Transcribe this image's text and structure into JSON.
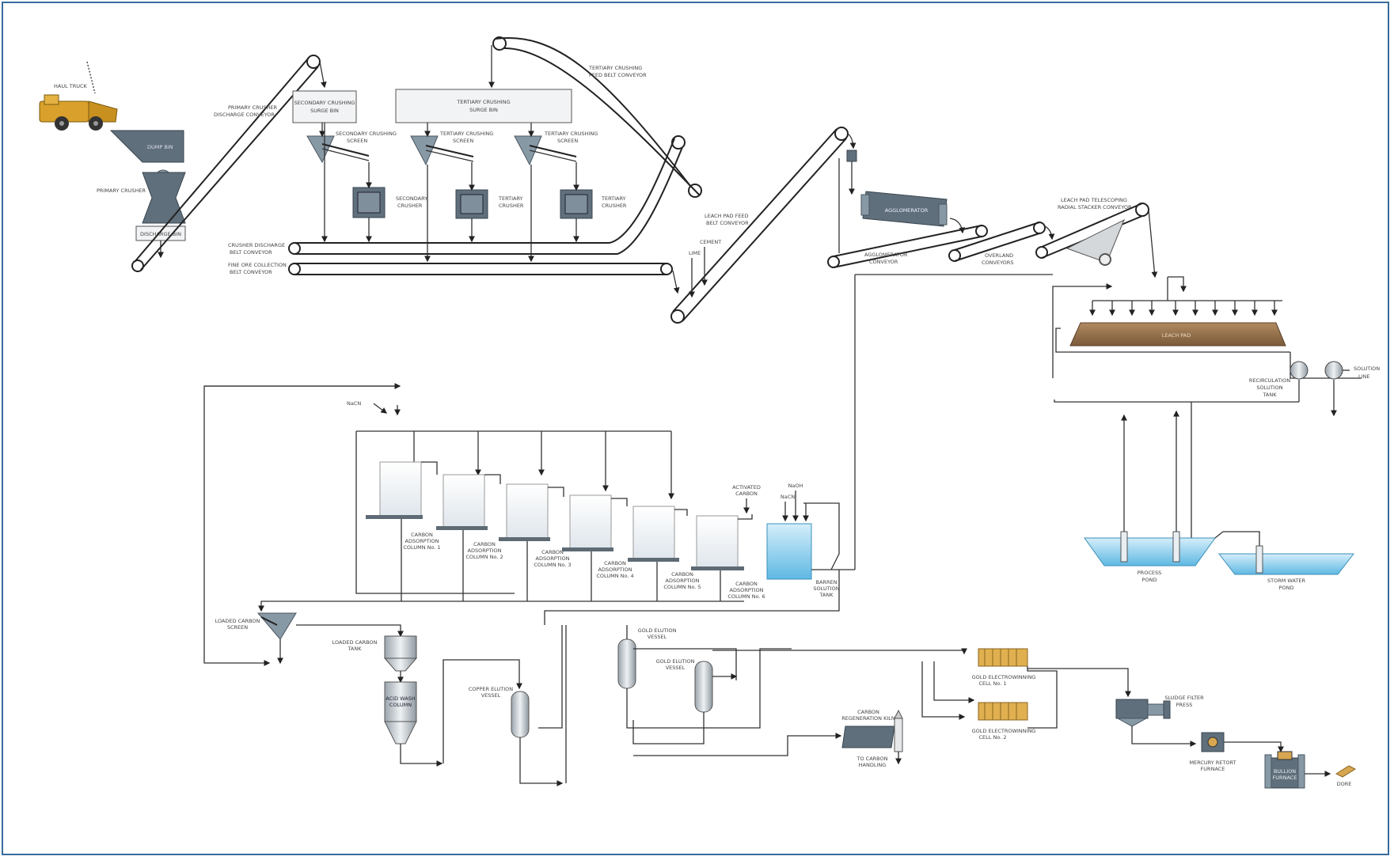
{
  "labels": {
    "haul_truck": "HAUL TRUCK",
    "dump_bin": "DUMP BIN",
    "primary_crusher": "PRIMARY CRUSHER",
    "discharge_bin": "DISCHARGE BIN",
    "primary_crusher_conveyor": [
      "PRIMARY CRUSHER",
      "DISCHARGE CONVEYOR"
    ],
    "secondary_surge_bin": [
      "SECONDARY CRUSHING",
      "SURGE BIN"
    ],
    "tertiary_surge_bin": [
      "TERTIARY CRUSHING",
      "SURGE BIN"
    ],
    "tertiary_feed_conveyor": [
      "TERTIARY CRUSHING",
      "FEED BELT CONVEYOR"
    ],
    "secondary_screen": [
      "SECONDARY CRUSHING",
      "SCREEN"
    ],
    "tertiary_screen_1": [
      "TERTIARY CRUSHING",
      "SCREEN"
    ],
    "tertiary_screen_2": [
      "TERTIARY CRUSHING",
      "SCREEN"
    ],
    "secondary_crusher": [
      "SECONDARY",
      "CRUSHER"
    ],
    "tertiary_crusher_1": [
      "TERTIARY",
      "CRUSHER"
    ],
    "tertiary_crusher_2": [
      "TERTIARY",
      "CRUSHER"
    ],
    "crusher_discharge_conveyor": [
      "CRUSHER DISCHARGE",
      "BELT CONVEYOR"
    ],
    "fine_ore_conveyor": [
      "FINE ORE COLLECTION",
      "BELT CONVEYOR"
    ],
    "leach_pad_feed_conveyor": [
      "LEACH PAD FEED",
      "BELT CONVEYOR"
    ],
    "cement": "CEMENT",
    "lime": "LIME",
    "agglomerator": "AGGLOMERATOR",
    "agglomerator_conveyor": [
      "AGGLOMERATOR",
      "CONVEYOR"
    ],
    "overland_conveyors": [
      "OVERLAND",
      "CONVEYORS"
    ],
    "radial_stacker": [
      "LEACH PAD TELESCOPING",
      "RADIAL STACKER CONVEYOR"
    ],
    "leach_pad": "LEACH PAD",
    "recirculation_tank": [
      "RECIRCULATION",
      "SOLUTION",
      "TANK"
    ],
    "solution_line": [
      "SOLUTION",
      "LINE"
    ],
    "naoh_top": "NaCN",
    "carbon_col_1": [
      "CARBON",
      "ADSORPTION",
      "COLUMN No. 1"
    ],
    "carbon_col_2": [
      "CARBON",
      "ADSORPTION",
      "COLUMN No. 2"
    ],
    "carbon_col_3": [
      "CARBON",
      "ADSORPTION",
      "COLUMN No. 3"
    ],
    "carbon_col_4": [
      "CARBON",
      "ADSORPTION",
      "COLUMN No. 4"
    ],
    "carbon_col_5": [
      "CARBON",
      "ADSORPTION",
      "COLUMN No. 5"
    ],
    "carbon_col_6": [
      "CARBON",
      "ADSORPTION",
      "COLUMN No. 6"
    ],
    "activated_carbon": [
      "ACTIVATED",
      "CARBON"
    ],
    "reagents": [
      "NaOH",
      "NaCN"
    ],
    "barren_tank": [
      "BARREN",
      "SOLUTION",
      "TANK"
    ],
    "process_pond": [
      "PROCESS",
      "POND"
    ],
    "storm_pond": [
      "STORM WATER",
      "POND"
    ],
    "loaded_carbon_screen": [
      "LOADED CARBON",
      "SCREEN"
    ],
    "loaded_carbon_tank": [
      "LOADED CARBON",
      "TANK"
    ],
    "acid_wash": [
      "ACID WASH",
      "COLUMN"
    ],
    "copper_elution": [
      "COPPER ELUTION",
      "VESSEL"
    ],
    "gold_elution_1": [
      "GOLD ELUTION",
      "VESSEL"
    ],
    "gold_elution_2": [
      "GOLD ELUTION",
      "VESSEL"
    ],
    "carbon_kiln": [
      "CARBON",
      "REGENERATION KILN"
    ],
    "to_carbon_handling": [
      "TO CARBON",
      "HANDLING"
    ],
    "electrowinning_1": [
      "GOLD ELECTROWINNING",
      "CELL No. 1"
    ],
    "electrowinning_2": [
      "GOLD ELECTROWINNING",
      "CELL No. 2"
    ],
    "sludge_press": [
      "SLUDGE FILTER",
      "PRESS"
    ],
    "mercury_furnace": [
      "MERCURY RETORT",
      "FURNACE"
    ],
    "bullion_furnace": [
      "BULLION",
      "FURNACE"
    ],
    "dore": "DORE"
  },
  "colors": {
    "frame": "#3a6c9c",
    "truck": "#d9a12b",
    "leach_pad": "#8c6b48",
    "pond_water": "#7fc6e8",
    "electrowinning": "#e0b050"
  }
}
